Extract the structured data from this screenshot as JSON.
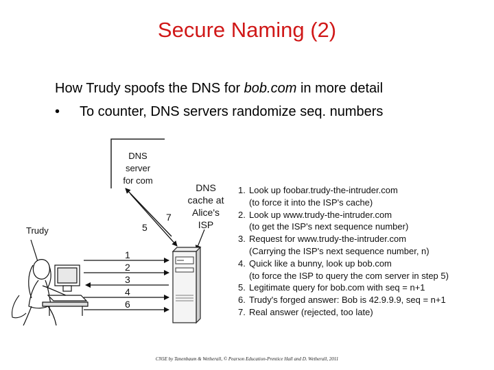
{
  "slide": {
    "title": "Secure Naming (2)",
    "intro_prefix": "How Trudy spoofs the DNS for ",
    "intro_italic": "bob.com",
    "intro_suffix": " in more detail",
    "bullet_symbol": "•",
    "bullet_text": "To counter, DNS servers randomize seq. numbers",
    "footer": "CN5E by Tanenbaum & Wetherall, © Pearson Education-Prentice Hall and D. Wetherall, 2011"
  },
  "figure": {
    "dns_server_label": [
      "DNS",
      "server",
      "for com"
    ],
    "cache_label": [
      "DNS",
      "cache at",
      "Alice's",
      "ISP"
    ],
    "trudy_label": "Trudy",
    "arrow_numbers": {
      "upper_left": "5",
      "upper_right": "7",
      "lower": [
        "1",
        "2",
        "3",
        "4",
        "6"
      ]
    },
    "steps": [
      {
        "num": "1.",
        "lines": [
          "Look up foobar.trudy-the-intruder.com",
          "(to force it into the ISP's cache)"
        ]
      },
      {
        "num": "2.",
        "lines": [
          "Look up www.trudy-the-intruder.com",
          "(to get the ISP's next sequence number)"
        ]
      },
      {
        "num": "3.",
        "lines": [
          "Request for www.trudy-the-intruder.com",
          "(Carrying the ISP's next sequence number, n)"
        ]
      },
      {
        "num": "4.",
        "lines": [
          "Quick like a bunny, look up bob.com",
          "(to force the ISP to query the com server in step 5)"
        ]
      },
      {
        "num": "5.",
        "lines": [
          "Legitimate query for bob.com with seq = n+1"
        ]
      },
      {
        "num": "6.",
        "lines": [
          "Trudy's forged answer: Bob is 42.9.9.9, seq = n+1"
        ]
      },
      {
        "num": "7.",
        "lines": [
          "Real answer (rejected, too late)"
        ]
      }
    ]
  }
}
